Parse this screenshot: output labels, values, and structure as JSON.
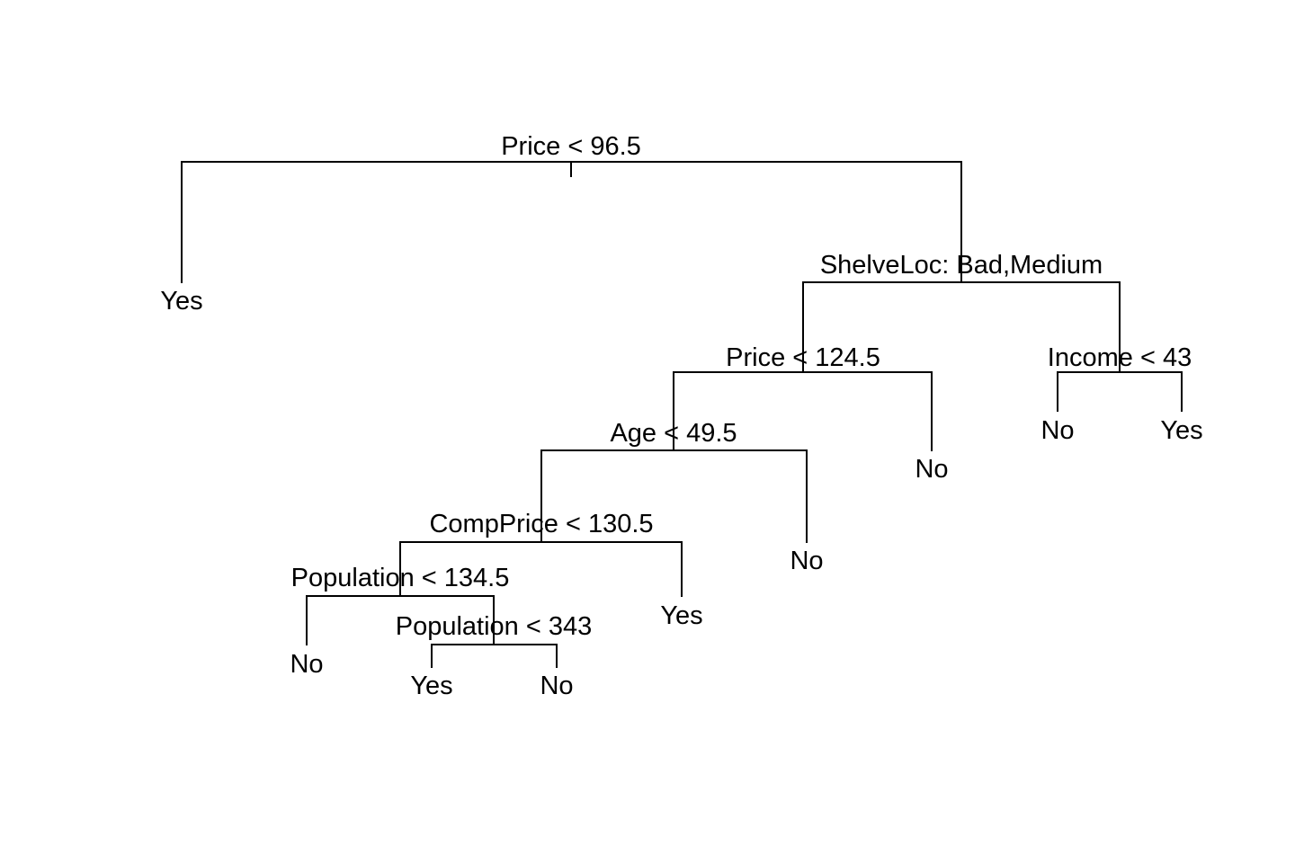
{
  "tree": {
    "splits": {
      "root": "Price < 96.5",
      "shelveloc": "ShelveLoc: Bad,Medium",
      "price2": "Price < 124.5",
      "income": "Income < 43",
      "age": "Age < 49.5",
      "compprice": "CompPrice < 130.5",
      "population1": "Population < 134.5",
      "population2": "Population < 343"
    },
    "leaves": {
      "root_left": "Yes",
      "income_left": "No",
      "income_right": "Yes",
      "price2_right": "No",
      "age_right": "No",
      "compprice_right": "Yes",
      "population1_left": "No",
      "population2_left": "Yes",
      "population2_right": "No"
    }
  }
}
